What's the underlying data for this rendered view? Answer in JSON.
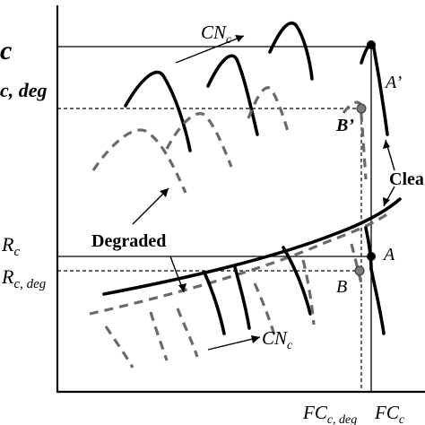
{
  "labels": {
    "eta_c": "c",
    "eta_c_deg": "c, deg",
    "cn_c_top": "CN",
    "cn_c_top_sub": "c",
    "a_prime": "A’",
    "b_prime": "B’",
    "clean": "Clea",
    "degraded": "Degraded",
    "r_c": "R",
    "r_c_sub": "c",
    "r_c_deg": "R",
    "r_c_deg_sub": "c, deg",
    "point_a": "A",
    "point_b": "B",
    "cn_c_bottom": "CN",
    "cn_c_bottom_sub": "c",
    "fc_deg": "FC",
    "fc_deg_sub": "c, deg",
    "fc": "FC",
    "fc_sub": "c"
  },
  "colors": {
    "solid": "#000000",
    "dashed": "#6a6a6a",
    "point_degraded": "#7a7a7a"
  }
}
